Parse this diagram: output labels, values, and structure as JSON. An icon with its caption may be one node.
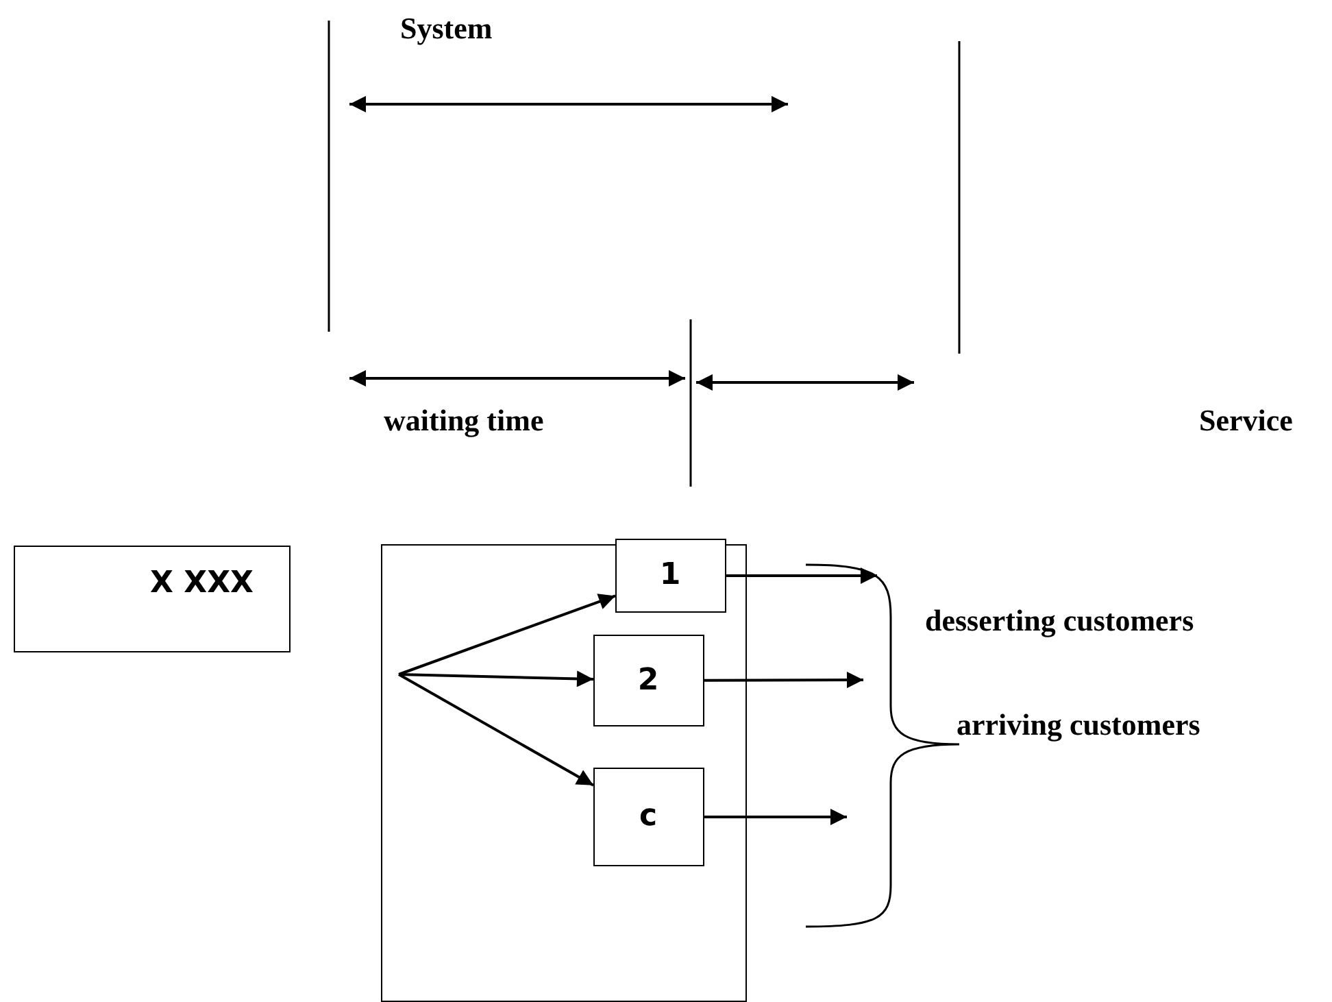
{
  "diagram": {
    "nodes": [
      {
        "text": [
          "X XXX"
        ]
      },
      {
        "text": [],
        "shape": "box"
      },
      {
        "text": [
          "1"
        ],
        "in": 1
      },
      {
        "text": [
          "2"
        ],
        "in": 1
      },
      {
        "text": [
          "c"
        ],
        "in": 1
      }
    ],
    "edges": [
      {
        "from": null,
        "to": 2,
        "arrow": "to"
      },
      {
        "from": null,
        "to": 3,
        "arrow": "to"
      },
      {
        "from": null,
        "to": 4,
        "arrow": "to"
      },
      {
        "from": 2,
        "to": null,
        "arrow": "to"
      },
      {
        "from": 3,
        "to": null,
        "arrow": "to"
      },
      {
        "from": 4,
        "to": null,
        "arrow": "to"
      }
    ],
    "labels": [
      "System",
      "waiting time",
      "Service",
      "desserting customers",
      "arriving customers"
    ]
  }
}
